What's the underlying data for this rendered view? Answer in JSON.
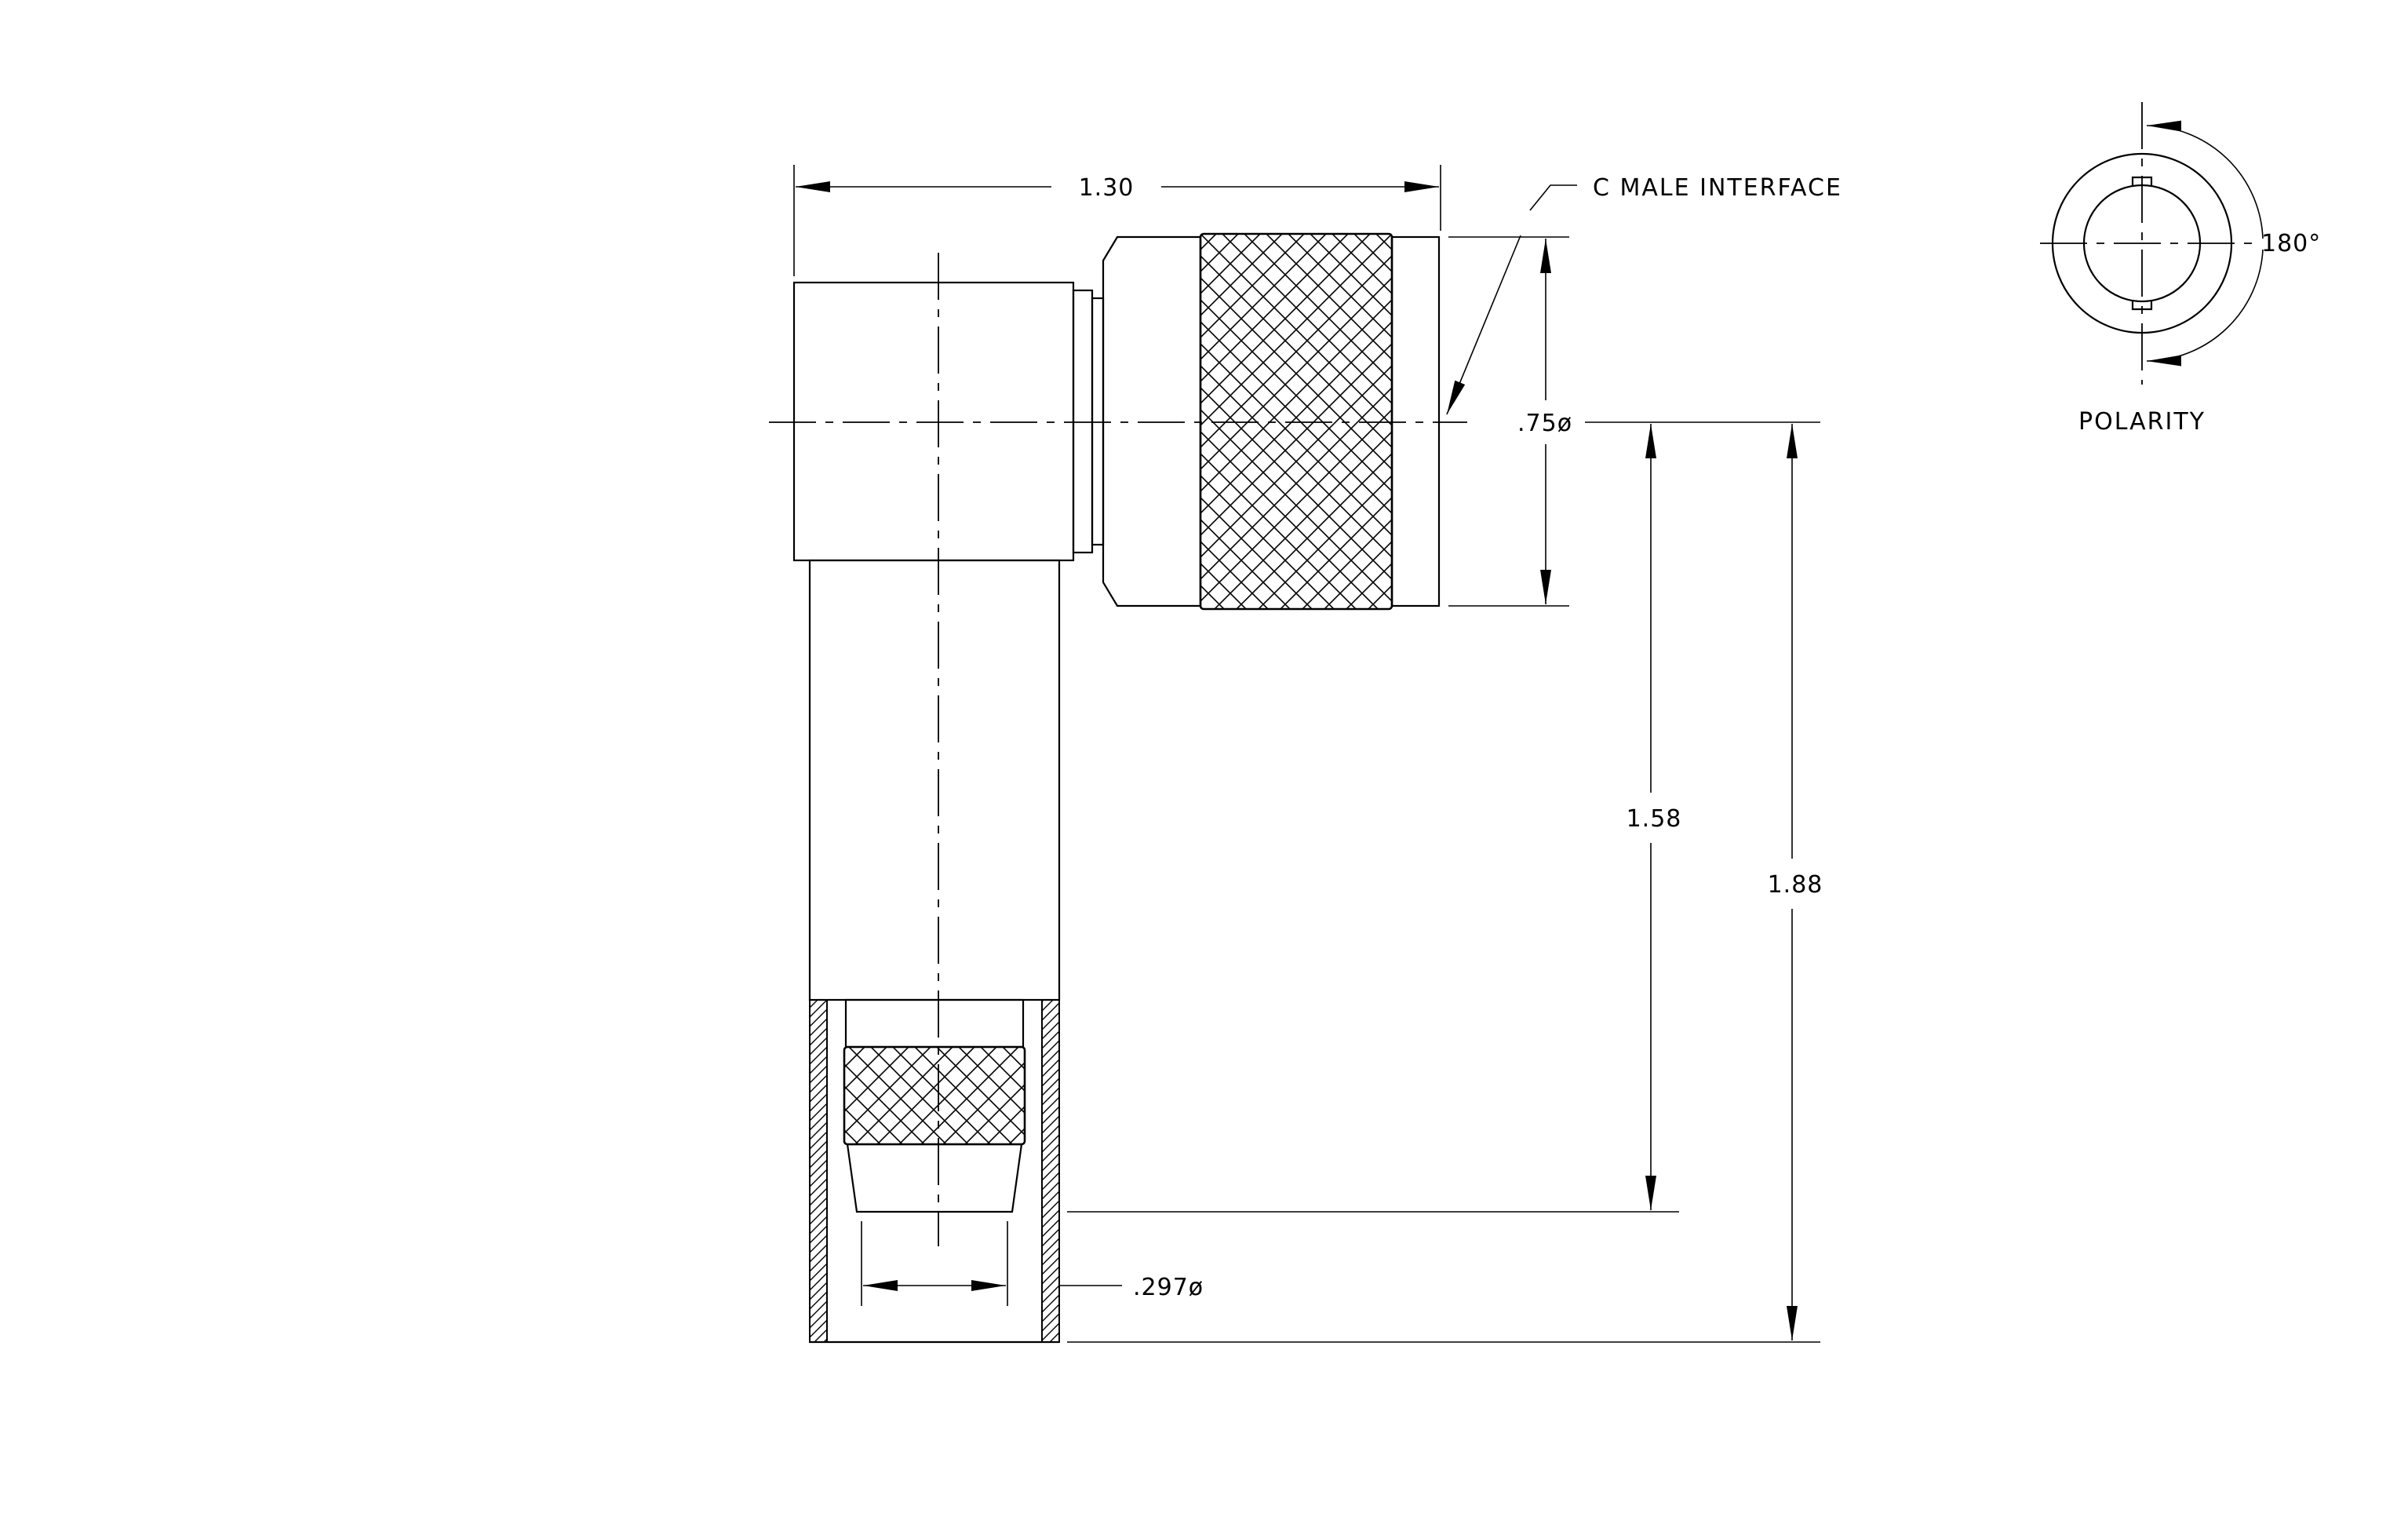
{
  "labels": {
    "interface": "C MALE INTERFACE",
    "polarity": "POLARITY",
    "angle": "180°"
  },
  "dimensions": {
    "width": "1.30",
    "diameter_large": ".75ø",
    "height_inner": "1.58",
    "height_total": "1.88",
    "diameter_small": ".297ø"
  },
  "colors": {
    "line": "#000000",
    "background": "#ffffff"
  }
}
